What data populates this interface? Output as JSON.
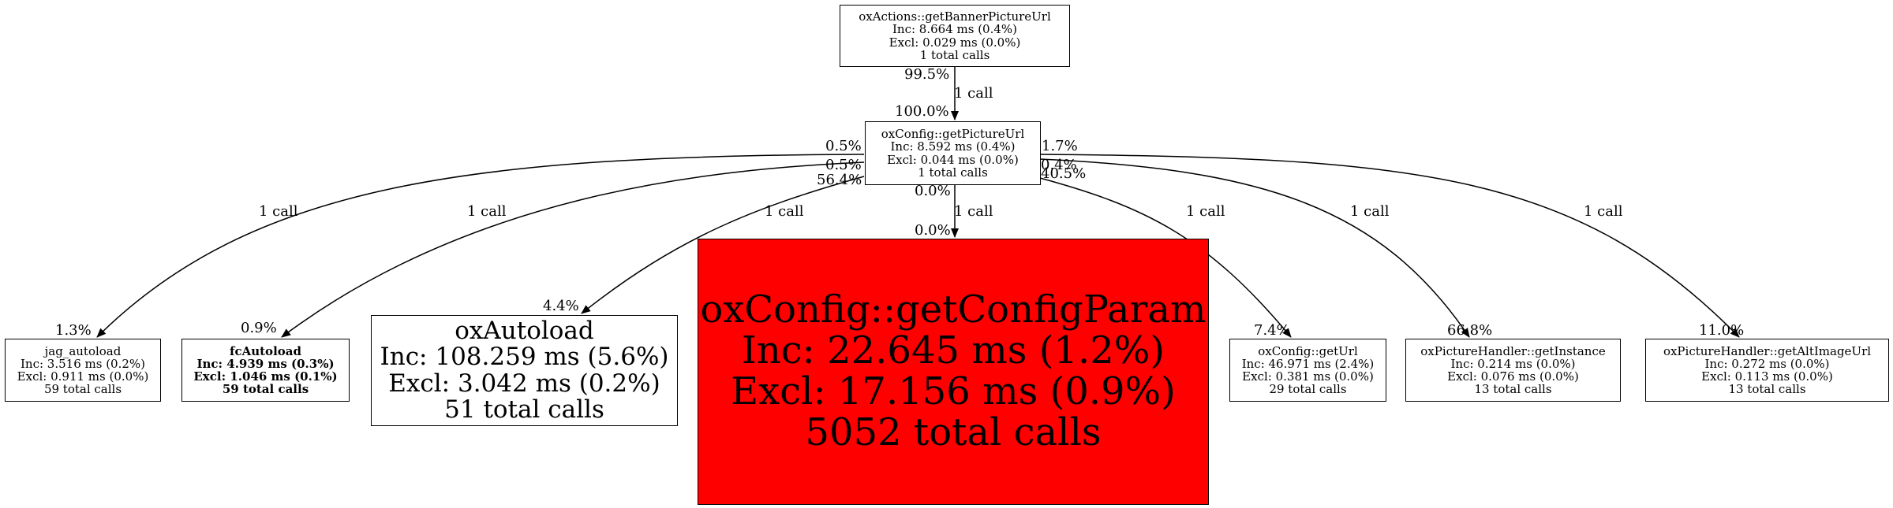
{
  "nodes": {
    "getBannerPictureUrl": {
      "name": "oxActions::getBannerPictureUrl",
      "inc": "Inc: 8.664 ms (0.4%)",
      "excl": "Excl: 0.029 ms (0.0%)",
      "calls": "1 total calls"
    },
    "getPictureUrl": {
      "name": "oxConfig::getPictureUrl",
      "inc": "Inc: 8.592 ms (0.4%)",
      "excl": "Excl: 0.044 ms (0.0%)",
      "calls": "1 total calls"
    },
    "jag_autoload": {
      "name": "jag_autoload",
      "inc": "Inc: 3.516 ms (0.2%)",
      "excl": "Excl: 0.911 ms (0.0%)",
      "calls": "59 total calls"
    },
    "fcAutoload": {
      "name": "fcAutoload",
      "inc": "Inc: 4.939 ms (0.3%)",
      "excl": "Excl: 1.046 ms (0.1%)",
      "calls": "59 total calls"
    },
    "oxAutoload": {
      "name": "oxAutoload",
      "inc": "Inc: 108.259 ms (5.6%)",
      "excl": "Excl: 3.042 ms (0.2%)",
      "calls": "51 total calls"
    },
    "getConfigParam": {
      "name": "oxConfig::getConfigParam",
      "inc": "Inc: 22.645 ms (1.2%)",
      "excl": "Excl: 17.156 ms (0.9%)",
      "calls": "5052 total calls"
    },
    "getUrl": {
      "name": "oxConfig::getUrl",
      "inc": "Inc: 46.971 ms (2.4%)",
      "excl": "Excl: 0.381 ms (0.0%)",
      "calls": "29 total calls"
    },
    "getInstance": {
      "name": "oxPictureHandler::getInstance",
      "inc": "Inc: 0.214 ms (0.0%)",
      "excl": "Excl: 0.076 ms (0.0%)",
      "calls": "13 total calls"
    },
    "getAltImageUrl": {
      "name": "oxPictureHandler::getAltImageUrl",
      "inc": "Inc: 0.272 ms (0.0%)",
      "excl": "Excl: 0.113 ms (0.0%)",
      "calls": "13 total calls"
    }
  },
  "edges": {
    "banner_to_picture": {
      "call_label": "1 call",
      "src_pct": "99.5%",
      "dst_pct": "100.0%"
    },
    "picture_to_jag": {
      "call_label": "1 call",
      "src_pct": "0.5%",
      "dst_pct": "1.3%"
    },
    "picture_to_fc": {
      "call_label": "1 call",
      "src_pct": "0.5%",
      "dst_pct": "0.9%"
    },
    "picture_to_oxautoload": {
      "call_label": "1 call",
      "src_pct": "56.4%",
      "dst_pct": "4.4%"
    },
    "picture_to_configparam": {
      "call_label": "1 call",
      "src_pct": "0.0%",
      "dst_pct": "0.0%"
    },
    "picture_to_geturl": {
      "call_label": "1 call",
      "src_pct": "40.5%",
      "dst_pct": "7.4%"
    },
    "picture_to_instance": {
      "call_label": "1 call",
      "src_pct": "0.4%",
      "dst_pct": "66.8%"
    },
    "picture_to_altimage": {
      "call_label": "1 call",
      "src_pct": "1.7%",
      "dst_pct": "11.0%"
    }
  },
  "colors": {
    "hot_node": "#ff0000",
    "edge": "#000000"
  }
}
